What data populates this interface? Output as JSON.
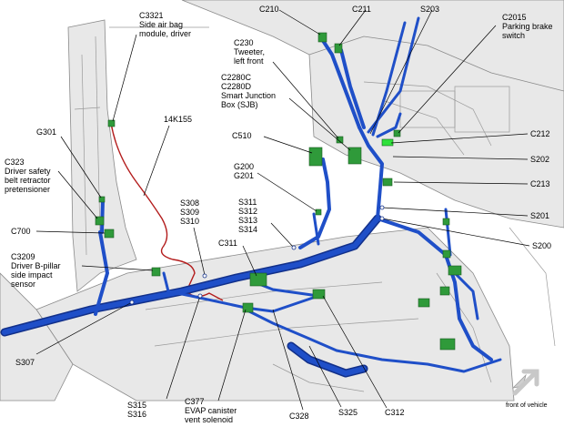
{
  "labels": {
    "c210": "C210",
    "c211": "C211",
    "s203": "S203",
    "c2015": "C2015\nParking brake\nswitch",
    "c3321": "C3321\nSide air bag\nmodule, driver",
    "c230": "C230\nTweeter,\nleft front",
    "c2280": "C2280C\nC2280D\nSmart Junction\nBox (SJB)",
    "w14k155": "14K155",
    "g301": "G301",
    "c212": "C212",
    "c323": "C323\nDriver safety\nbelt retractor\npretensioner",
    "c510": "C510",
    "s202": "S202",
    "g200": "G200\nG201",
    "c213": "C213",
    "s311": "S311\nS312\nS313\nS314",
    "s201": "S201",
    "s308": "S308\nS309\nS310",
    "c700": "C700",
    "c311": "C311",
    "s200": "S200",
    "c3209": "C3209\nDriver B-pillar\nside impact\nsensor",
    "s307": "S307",
    "s315": "S315\nS316",
    "c377": "C377\nEVAP canister\nvent solenoid",
    "c328": "C328",
    "s325": "S325",
    "c312": "C312",
    "front": "front of vehicle"
  },
  "colors": {
    "harness": "#1f4fc8",
    "harness_dark": "#12308a",
    "wire_red": "#b31c1c",
    "connector": "#2f9a3a",
    "connector_bright": "#2fe03a",
    "body_panel": "#e8e8e8",
    "body_line": "#8a8a8a"
  },
  "icons": {
    "front_arrow": "front-arrow-icon"
  }
}
